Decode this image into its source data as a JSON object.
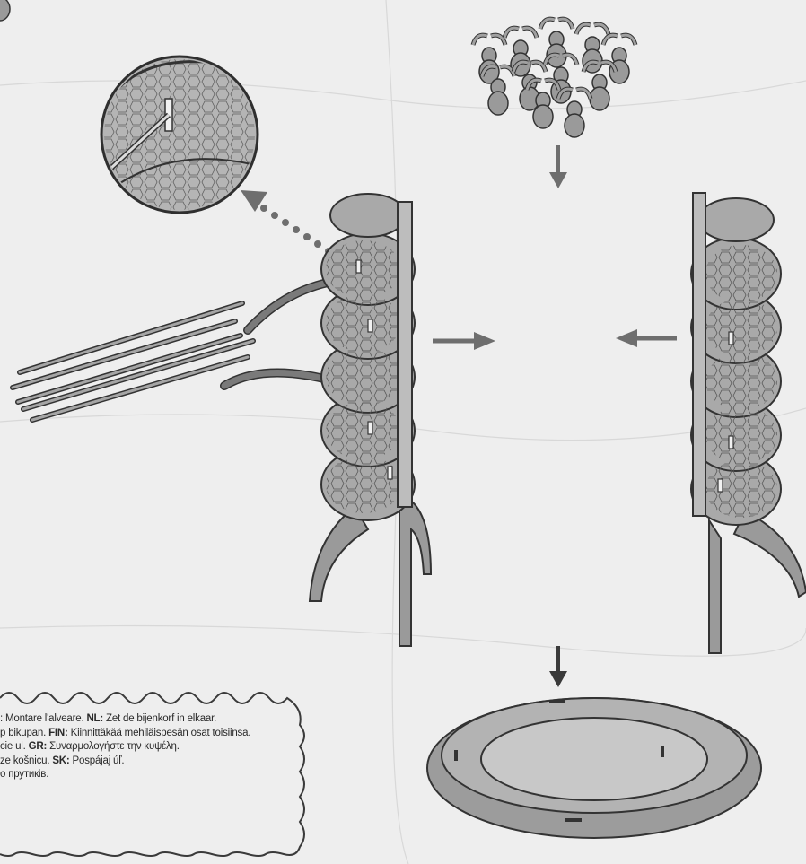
{
  "colors": {
    "paper": "#eeeeee",
    "part_fill": "#a9a9a9",
    "part_dark": "#7d7d7d",
    "outline": "#3a3a3a",
    "arrow": "#6e6e6e",
    "caption_text": "#2a2a2a"
  },
  "icons": {
    "bees": "bee-cluster-icon",
    "skewers": "skewer-sticks-icon",
    "zoom": "zoom-detail-icon",
    "hive_left": "hive-half-left-icon",
    "hive_right": "hive-half-right-icon",
    "base": "hive-base-tray-icon"
  },
  "caption": {
    "lines": [
      [
        {
          "code": "",
          "text": ": Montare l'alveare. "
        },
        {
          "code": "NL:",
          "text": " Zet de bijenkorf in elkaar."
        }
      ],
      [
        {
          "code": "",
          "text": "p bikupan. "
        },
        {
          "code": "FIN:",
          "text": " Kiinnittäkää mehiläispesän osat toisiinsa."
        }
      ],
      [
        {
          "code": "",
          "text": "cie ul. "
        },
        {
          "code": "GR:",
          "text": " Συναρμολογήστε την κυψέλη."
        }
      ],
      [
        {
          "code": "",
          "text": "ze košnicu. "
        },
        {
          "code": "SK:",
          "text": " Pospájaj úľ."
        }
      ],
      [
        {
          "code": "",
          "text": "o прутиків."
        }
      ]
    ]
  }
}
